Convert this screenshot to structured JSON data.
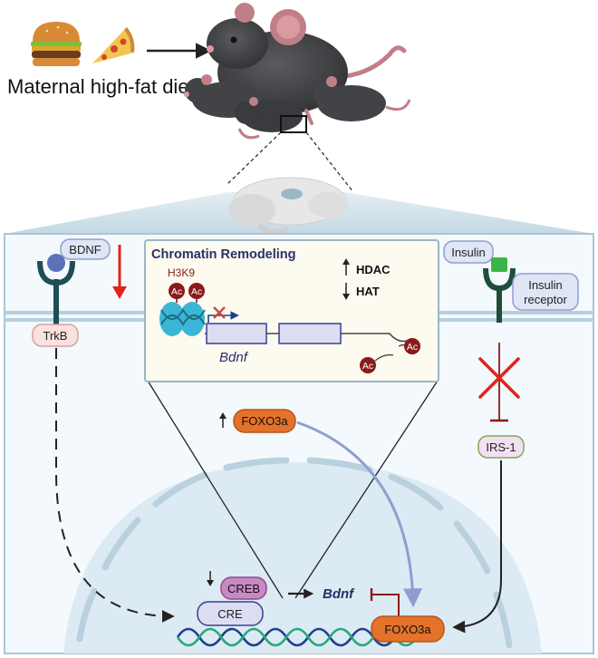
{
  "diet": {
    "label": "Maternal high-fat diet",
    "icons": [
      "burger-icon",
      "pizza-slice-icon"
    ]
  },
  "organism": {
    "icons": [
      "mouse-mother-icon",
      "mouse-pup-icon",
      "brain-icon"
    ]
  },
  "left_pathway": {
    "ligand": "BDNF",
    "receptor": "TrkB",
    "trend": "down",
    "trend_color": "#e0231e"
  },
  "chromatin": {
    "title": "Chromatin Remodeling",
    "mark": "H3K9",
    "acetyl": "Ac",
    "hdac": "HDAC",
    "hdac_trend": "up",
    "hat": "HAT",
    "hat_trend": "down",
    "gene": "Bdnf"
  },
  "foxo": {
    "label": "FOXO3a",
    "trend": "up"
  },
  "right_pathway": {
    "ligand": "Insulin",
    "receptor": "Insulin receptor",
    "receptor_line1": "Insulin",
    "receptor_line2": "receptor",
    "substrate": "IRS-1",
    "inhibition_color": "#e0231e"
  },
  "nucleus": {
    "creb": "CREB",
    "cre": "CRE",
    "creb_trend": "down",
    "gene": "Bdnf",
    "foxo": "FOXO3a"
  },
  "colors": {
    "panel_border": "#a9c6d6",
    "panel_bg": "#f3f9fc",
    "chromatin_bg": "#fdfaf0",
    "membrane": "#b7cfde",
    "nucleus": "#dceaf3",
    "foxo_orange": "#e4722a",
    "creb_purple": "#c78ac5",
    "acetyl": "#8b1a1a",
    "dark_teal": "#1f4d55"
  }
}
